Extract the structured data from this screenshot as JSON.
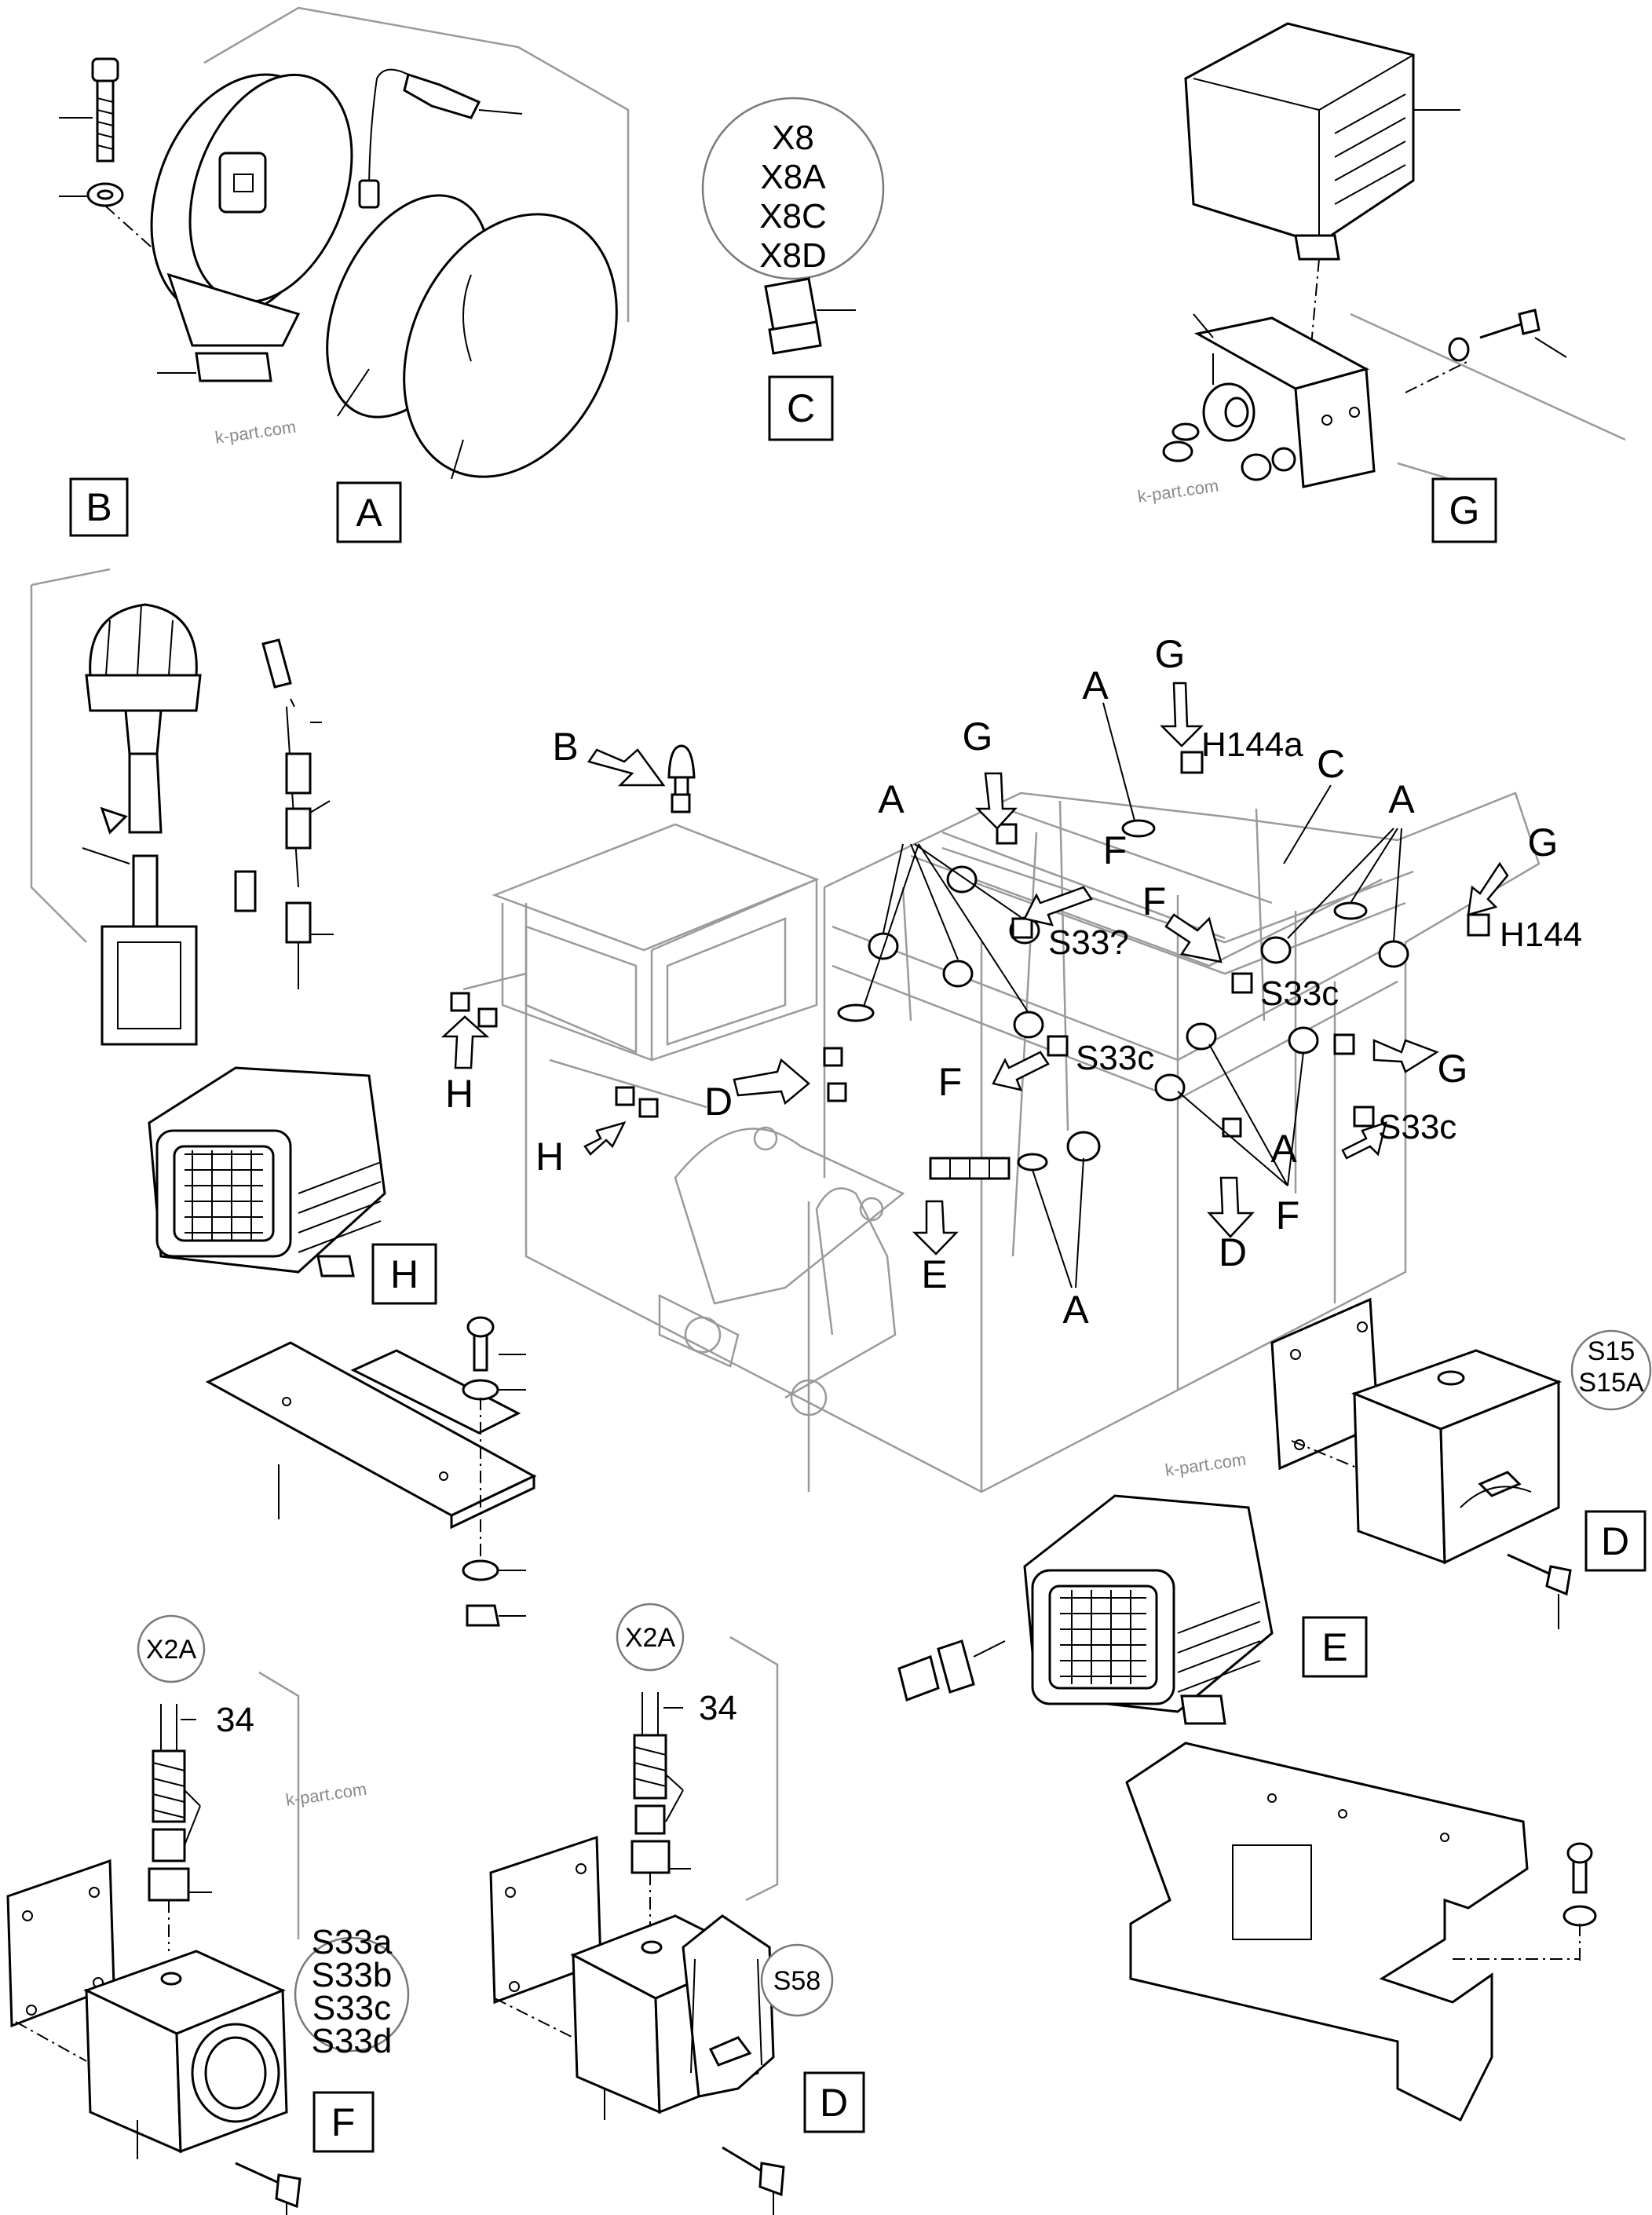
{
  "watermark": "k-part.com",
  "panels": {
    "A": {
      "label": "A"
    },
    "B": {
      "label": "B"
    },
    "C": {
      "label": "C",
      "codes": [
        "X8",
        "X8A",
        "X8C",
        "X8D"
      ]
    },
    "G": {
      "label": "G"
    },
    "H": {
      "label": "H"
    },
    "D_top": {
      "label": "D",
      "codes": [
        "S15",
        "S15A"
      ]
    },
    "E": {
      "label": "E"
    },
    "F": {
      "label": "F",
      "connector": "X2A",
      "wire": "34",
      "codes": [
        "S33a",
        "S33b",
        "S33c",
        "S33d"
      ]
    },
    "D_bottom": {
      "label": "D",
      "connector": "X2A",
      "wire": "34",
      "codes": [
        "S58"
      ]
    }
  },
  "callouts": {
    "H144a": "H144a",
    "H144": "H144",
    "S33q": "S33?",
    "S33c": "S33c"
  },
  "letters": {
    "A": "A",
    "B": "B",
    "C": "C",
    "D": "D",
    "E": "E",
    "F": "F",
    "G": "G",
    "H": "H"
  }
}
